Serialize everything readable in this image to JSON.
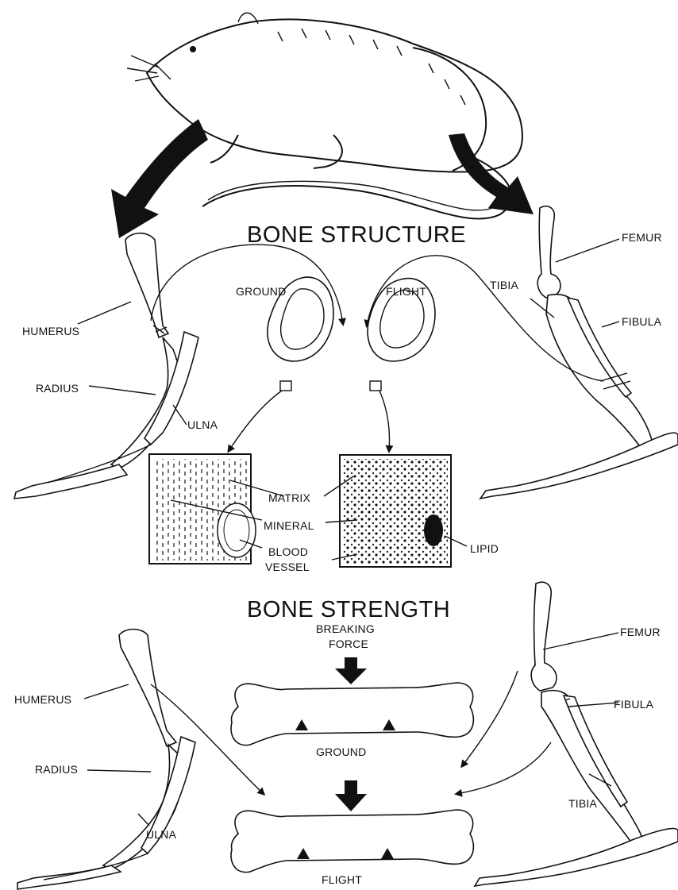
{
  "titles": {
    "structure": "BONE STRUCTURE",
    "strength": "BONE STRENGTH"
  },
  "structure": {
    "humerus": "HUMERUS",
    "radius": "RADIUS",
    "ulna": "ULNA",
    "femur": "FEMUR",
    "tibia": "TIBIA",
    "fibula": "FIBULA",
    "ground": "GROUND",
    "flight": "FLIGHT",
    "matrix": "MATRIX",
    "mineral": "MINERAL",
    "blood": "BLOOD",
    "vessel": "VESSEL",
    "lipid": "LIPID"
  },
  "strength": {
    "humerus": "HUMERUS",
    "radius": "RADIUS",
    "ulna": "ULNA",
    "femur": "FEMUR",
    "fibula": "FIBULA",
    "tibia": "TIBIA",
    "breaking": "BREAKING",
    "force": "FORCE",
    "ground": "GROUND",
    "flight": "FLIGHT"
  }
}
